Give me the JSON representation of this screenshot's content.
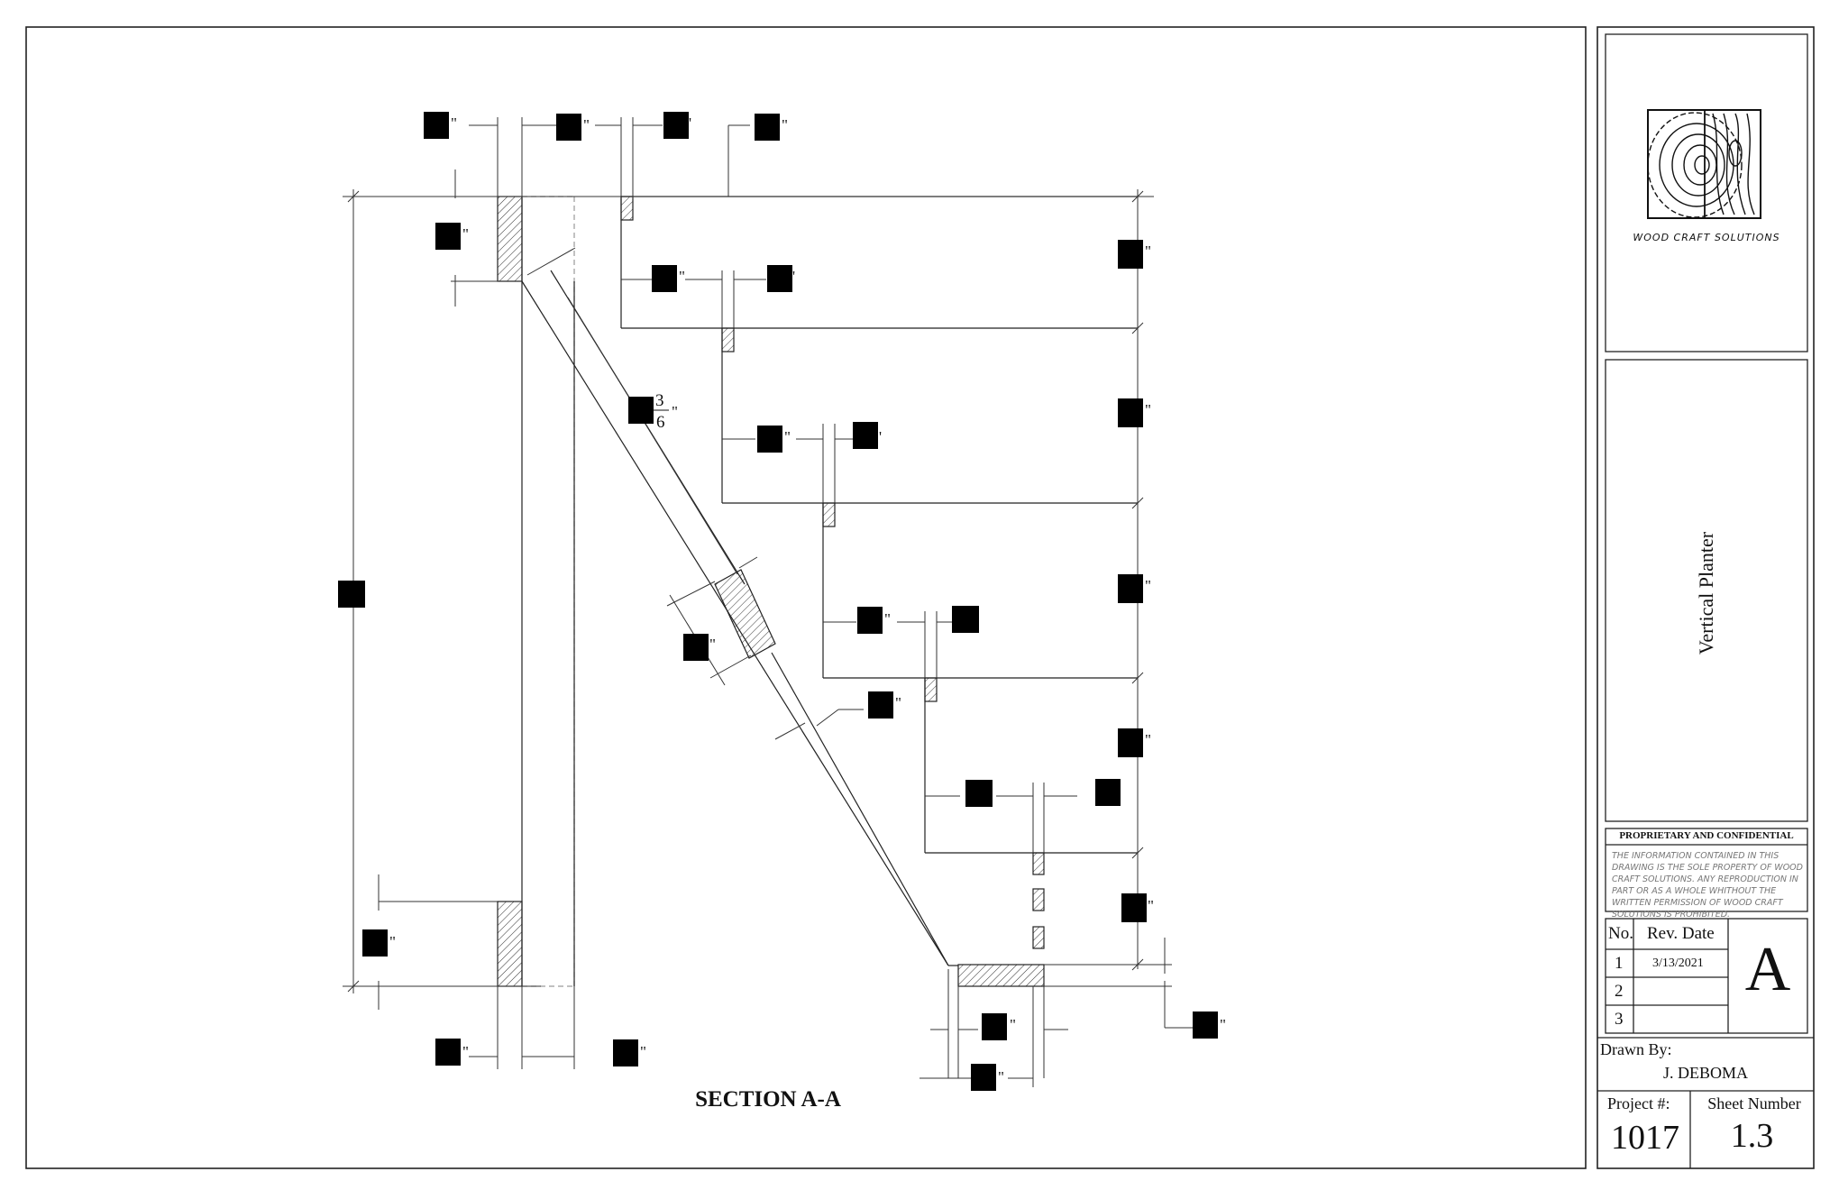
{
  "sheet": {
    "section_label": "SECTION A-A"
  },
  "dimensions": {
    "top_1": "\"",
    "top_2": "\"",
    "top_3": "'",
    "top_4": "\"",
    "left_upper": "\"",
    "left_lower": "\"",
    "shelf1_a": "\"",
    "shelf1_b": "'",
    "diagonal_frac_num": "3",
    "diagonal_frac_den": "6",
    "diagonal_frac_suffix": "\"",
    "shelf2_a": "\"",
    "shelf2_b": "'",
    "shelf3_a": "\"",
    "slab_width": "\"",
    "slab_offset": "\"",
    "right_1": "\"",
    "right_2": "\"",
    "right_3": "\"",
    "right_4": "\"",
    "right_5": "\"",
    "bottom_1": "\"",
    "bottom_2": "\"",
    "bottom_3": "\"",
    "bottom_4": "\"",
    "bottom_right": "\""
  },
  "title_block": {
    "company_name": "WOOD CRAFT SOLUTIONS",
    "drawing_title": "Vertical Planter",
    "confidential_heading": "PROPRIETARY AND CONFIDENTIAL",
    "confidential_text": "THE INFORMATION CONTAINED IN THIS DRAWING IS THE SOLE PROPERTY OF WOOD CRAFT SOLUTIONS. ANY REPRODUCTION IN PART OR AS A WHOLE WHITHOUT THE WRITTEN PERMISSION OF WOOD CRAFT SOLUTIONS IS PROHIBITED.",
    "rev_no_header": "No.",
    "rev_date_header": "Rev. Date",
    "revisions": [
      {
        "no": "1",
        "date": "3/13/2021"
      },
      {
        "no": "2",
        "date": ""
      },
      {
        "no": "3",
        "date": ""
      }
    ],
    "revision_letter": "A",
    "drawn_by_label": "Drawn By:",
    "drawn_by": "J. DEBOMA",
    "project_label": "Project #:",
    "project_number": "1017",
    "sheet_label": "Sheet Number",
    "sheet_number": "1.3"
  },
  "colors": {
    "line": "#222222",
    "redaction": "#000000",
    "hidden_line": "#9a9a9a"
  }
}
